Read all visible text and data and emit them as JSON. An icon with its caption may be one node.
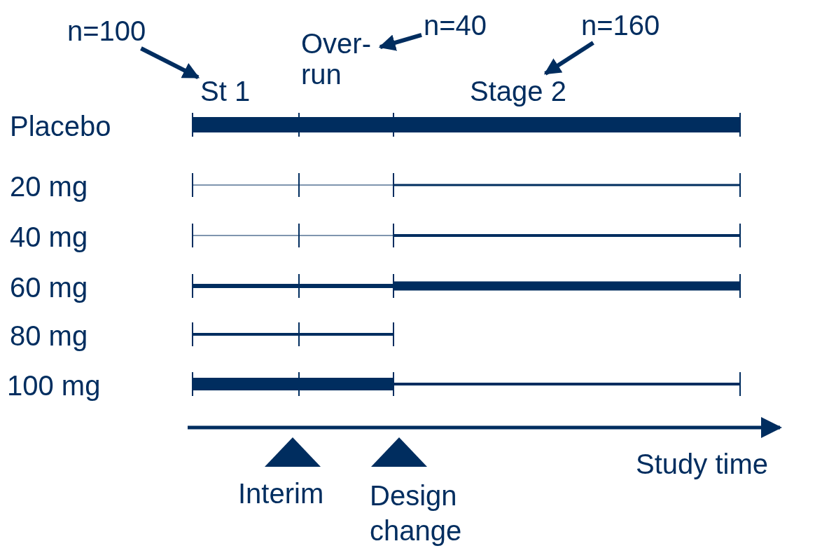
{
  "diagram": {
    "nodes": [
      {
        "text": [
          "n=100"
        ]
      },
      {
        "text": [
          "St 1"
        ]
      },
      {
        "text": [
          "n=40"
        ]
      },
      {
        "text": [
          "Over- run"
        ]
      },
      {
        "text": [
          "n=160"
        ]
      },
      {
        "text": [
          "Stage 2"
        ]
      }
    ],
    "edges": [
      {
        "from": 0,
        "to": 1,
        "arrow": "to"
      },
      {
        "from": 2,
        "to": 3,
        "arrow": "to"
      },
      {
        "from": 4,
        "to": 5,
        "arrow": "to"
      }
    ],
    "labels": [
      "Placebo",
      "20 mg",
      "40 mg",
      "60 mg",
      "80 mg",
      "100 mg",
      "Study time",
      "Interim",
      "Design change"
    ]
  }
}
